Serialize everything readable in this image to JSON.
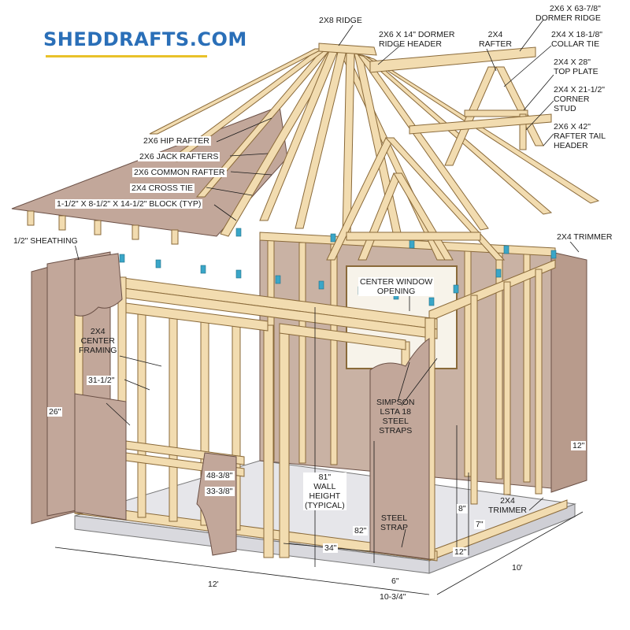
{
  "brand": {
    "logo_text": "SHEDDRAFTS.COM",
    "logo_color": "#2a6fb8",
    "underline_color": "#e9c22a"
  },
  "colors": {
    "lumber": "#f2dcb0",
    "lumber_edge": "#8a6a3a",
    "sheathing": "#c2a79a",
    "sheathing_edge": "#6b5046",
    "floor": "#e6e6ea",
    "strap": "#3aa6c8"
  },
  "labels": {
    "ridge": "2x8 RIDGE",
    "dormer_ridge_header": "2x6 x 14\" DORMER\nRIDGE HEADER",
    "dormer_ridge": "2x6 x 63-7/8\"\nDORMER RIDGE",
    "rafter": "2x4\nRAFTER",
    "collar_tie": "2x4 x 18-1/8\"\nCOLLAR TIE",
    "top_plate": "2x4 x 28\"\nTOP PLATE",
    "corner_stud": "2x4 x 21-1/2\"\nCORNER\nSTUD",
    "rafter_tail_header": "2x6 x 42\"\nRAFTER TAIL\nHEADER",
    "hip_rafter": "2x6 HIP RAFTER",
    "jack_rafters": "2x6 JACK RAFTERS",
    "common_rafter": "2x6 COMMON RAFTER",
    "cross_tie": "2x4 CROSS TIE",
    "block": "1-1/2\" x 8-1/2\" x 14-1/2\" BLOCK (TYP)",
    "sheathing": "1/2\" SHEATHING",
    "trimmer_top": "2x4 TRIMMER",
    "center_window": "CENTER WINDOW\nOPENING",
    "center_framing": "2x4\nCENTER\nFRAMING",
    "simpson": "SIMPSON\nLSTA 18\nSTEEL\nSTRAPS",
    "wall_height": "81\"\nWALL\nHEIGHT\n(TYPICAL)",
    "steel_strap": "STEEL\nSTRAP",
    "trimmer_bottom": "2x4\nTRIMMER"
  },
  "dimensions": {
    "d31": "31-1/2\"",
    "d26": "26\"",
    "d48": "48-3/8\"",
    "d33": "33-3/8\"",
    "d82": "82\"",
    "d34": "34\"",
    "d12in": "12\"",
    "d8": "8\"",
    "d7": "7\"",
    "d12in_right": "12\"",
    "d10_34": "10-3/4\"",
    "d6": "6\"",
    "length_12": "12'",
    "length_10": "10'"
  }
}
